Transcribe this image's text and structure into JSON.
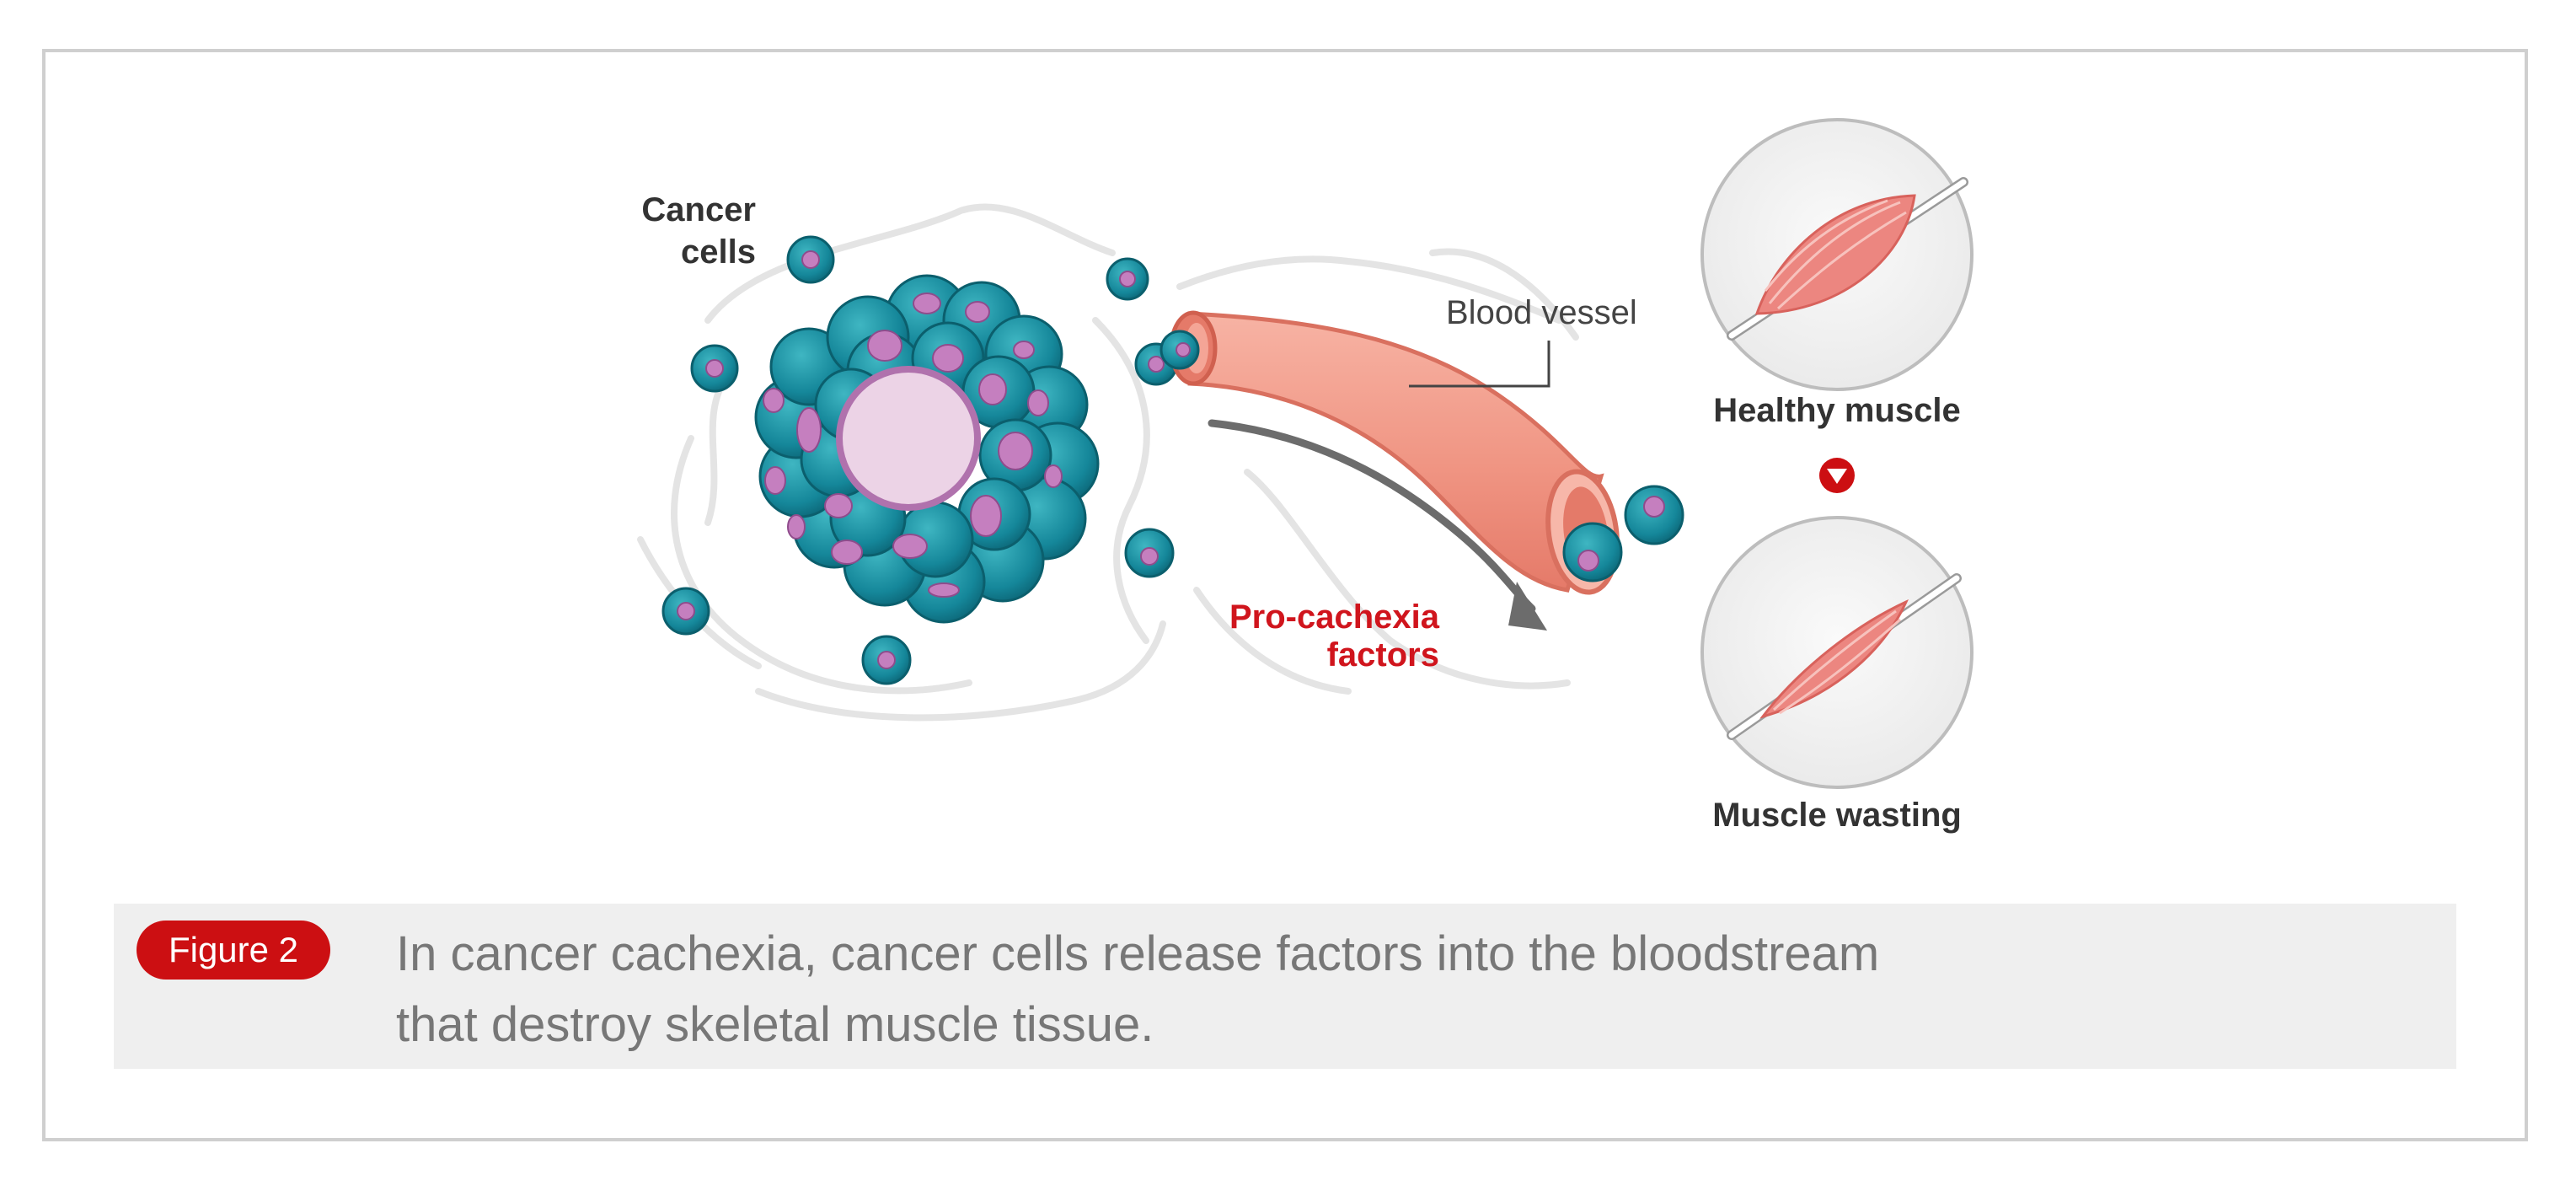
{
  "labels": {
    "cancer_cells_line1": "Cancer",
    "cancer_cells_line2": "cells",
    "blood_vessel": "Blood vessel",
    "pro_cachexia_line1": "Pro-cachexia",
    "pro_cachexia_line2": "factors",
    "healthy_muscle": "Healthy muscle",
    "muscle_wasting": "Muscle wasting"
  },
  "caption": {
    "badge": "Figure 2",
    "line1": "In cancer cachexia, cancer cells release factors into the bloodstream",
    "line2": "that destroy skeletal muscle tissue."
  },
  "colors": {
    "cell_teal": "#1a8a9a",
    "nucleus_pink": "#c57fbf",
    "vessel": "#ef8f7d",
    "accent_red": "#cc0f12",
    "muscle": "#ec8680"
  }
}
